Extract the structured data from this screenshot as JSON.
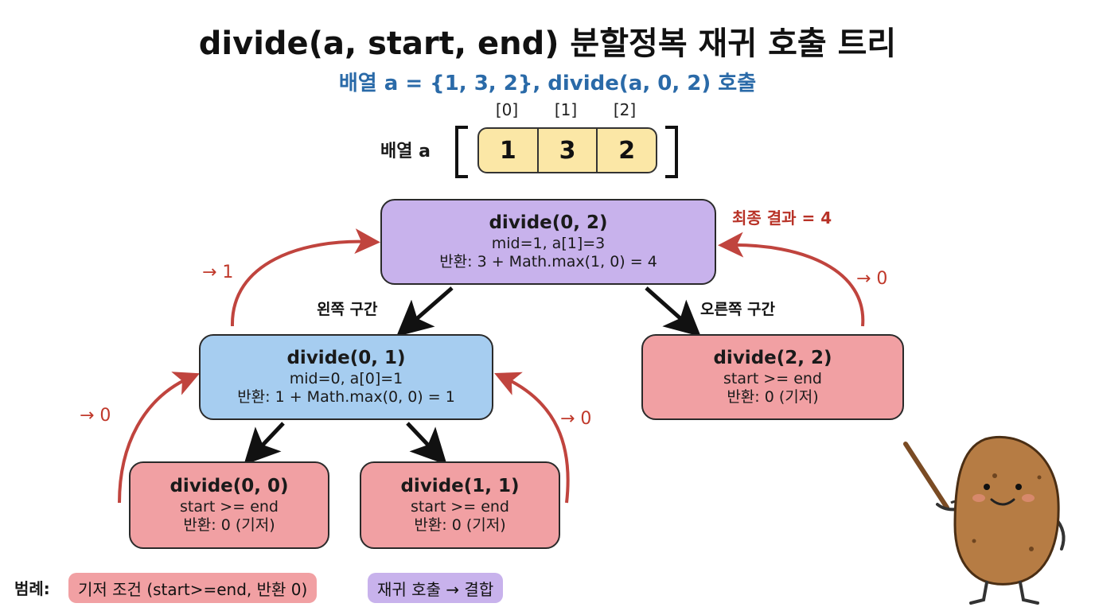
{
  "title": "divide(a, start, end) 분할정복 재귀 호출 트리",
  "subtitle": "배열 a = {1, 3, 2}, divide(a, 0, 2) 호출",
  "array": {
    "label": "배열 a",
    "indices": [
      "[0]",
      "[1]",
      "[2]"
    ],
    "values": [
      "1",
      "3",
      "2"
    ],
    "color": "#fbe7a6"
  },
  "nodes": {
    "root": {
      "title": "divide(0, 2)",
      "line1": "mid=1, a[1]=3",
      "line2": "반환: 3 + Math.max(1, 0) = 4",
      "color": "#c8b2ec"
    },
    "left": {
      "title": "divide(0, 1)",
      "line1": "mid=0, a[0]=1",
      "line2": "반환: 1 + Math.max(0, 0) = 1",
      "color": "#a6cdf0"
    },
    "right": {
      "title": "divide(2, 2)",
      "line1": "start >= end",
      "line2": "반환: 0  (기저)",
      "color": "#f1a0a3"
    },
    "left_left": {
      "title": "divide(0, 0)",
      "line1": "start >= end",
      "line2": "반환: 0 (기저)",
      "color": "#f1a0a3"
    },
    "left_right": {
      "title": "divide(1, 1)",
      "line1": "start >= end",
      "line2": "반환: 0 (기저)",
      "color": "#f1a0a3"
    }
  },
  "edge_labels": {
    "left": "왼쪽 구간",
    "right": "오른쪽 구간"
  },
  "returns": {
    "left_to_root": "→ 1",
    "right_to_root": "→ 0",
    "ll_to_left": "→ 0",
    "lr_to_left": "→ 0"
  },
  "final_result": "최종 결과 = 4",
  "legend": {
    "label": "범례:",
    "base_case": "기저 조건 (start>=end, 반환 0)",
    "recursion": "재귀 호출 → 결합"
  },
  "colors": {
    "return_arrow": "#c0443e",
    "call_arrow": "#111111"
  }
}
